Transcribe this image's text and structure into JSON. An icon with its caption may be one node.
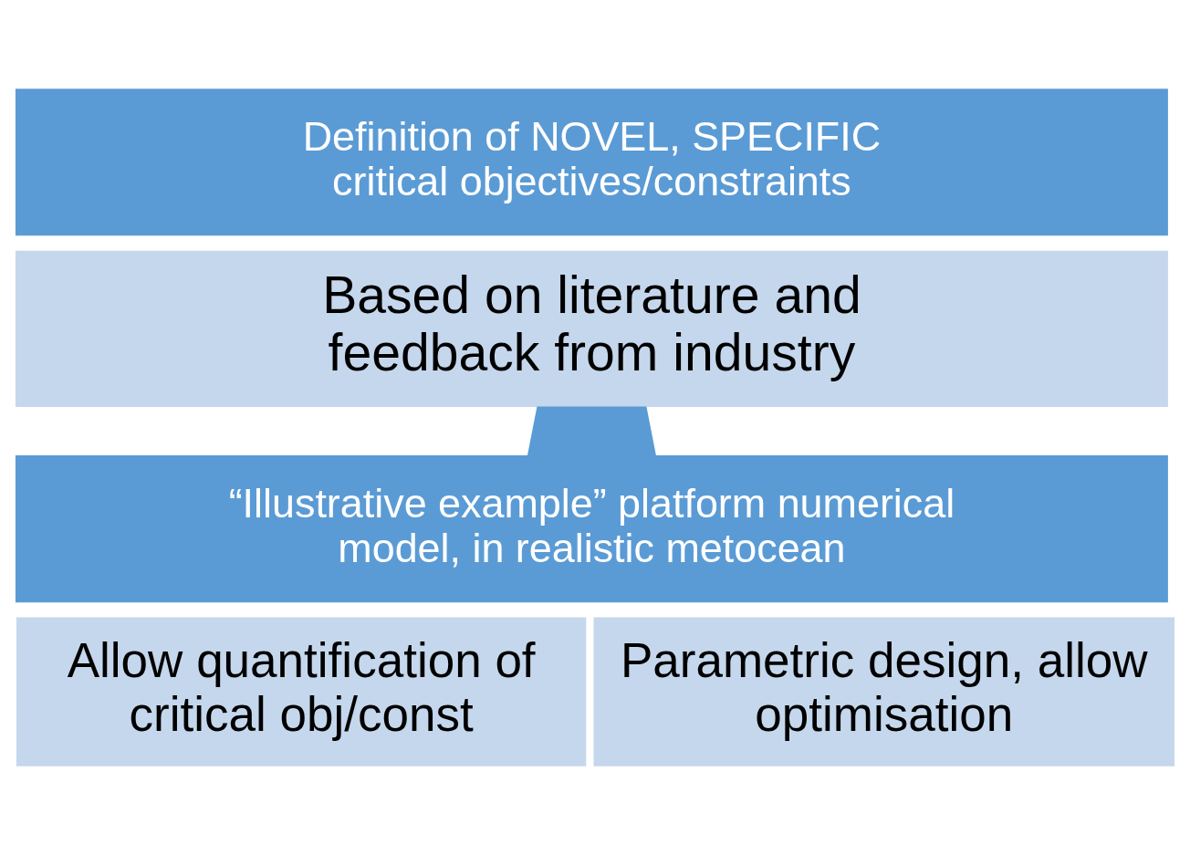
{
  "diagram": {
    "nodes": [
      {
        "text": [
          "Definition of NOVEL, SPECIFIC critical objectives/constraints"
        ]
      },
      {
        "text": [
          "Based on literature and feedback from industry"
        ]
      },
      {
        "text": [
          "“Illustrative example” platform numerical model, in realistic metocean"
        ]
      },
      {
        "text": [
          "Allow quantification of critical obj/const"
        ]
      },
      {
        "text": [
          "Parametric design, allow optimisation"
        ]
      }
    ],
    "edges": [
      {
        "from": 1,
        "to": 2,
        "arrow": "to",
        "style": "thick"
      }
    ]
  }
}
